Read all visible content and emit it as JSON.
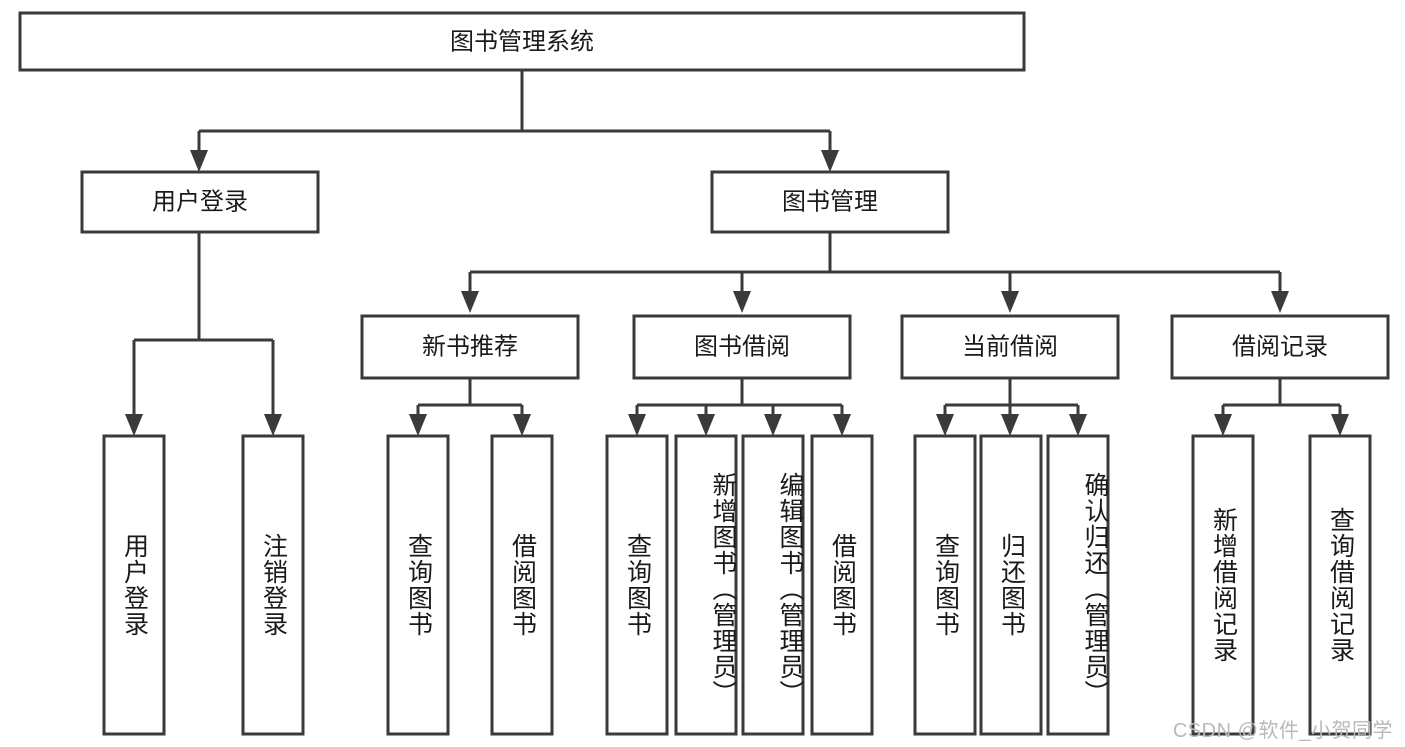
{
  "diagram": {
    "type": "tree-hierarchy",
    "title": "图书管理系统",
    "watermark": "CSDN @软件_小贺同学",
    "colors": {
      "stroke": "#3a3a3a",
      "fill": "#ffffff",
      "text": "#1a1a1a",
      "watermark": "#b9b9b9",
      "background": "#ffffff"
    },
    "levels": {
      "root": {
        "label": "图书管理系统"
      },
      "level2": [
        {
          "label": "用户登录"
        },
        {
          "label": "图书管理"
        }
      ],
      "level3": [
        {
          "label": "新书推荐"
        },
        {
          "label": "图书借阅"
        },
        {
          "label": "当前借阅"
        },
        {
          "label": "借阅记录"
        }
      ],
      "leaves": {
        "user_login": [
          {
            "label": "用户登录"
          },
          {
            "label": "注销登录"
          }
        ],
        "new_book_recommend": [
          {
            "label": "查询图书"
          },
          {
            "label": "借阅图书"
          }
        ],
        "book_borrow": [
          {
            "label": "查询图书"
          },
          {
            "label": "新增图书（管理员）"
          },
          {
            "label": "编辑图书（管理员）"
          },
          {
            "label": "借阅图书"
          }
        ],
        "current_borrow": [
          {
            "label": "查询图书"
          },
          {
            "label": "归还图书"
          },
          {
            "label": "确认归还（管理员）"
          }
        ],
        "borrow_record": [
          {
            "label": "新增借阅记录"
          },
          {
            "label": "查询借阅记录"
          }
        ]
      }
    }
  }
}
